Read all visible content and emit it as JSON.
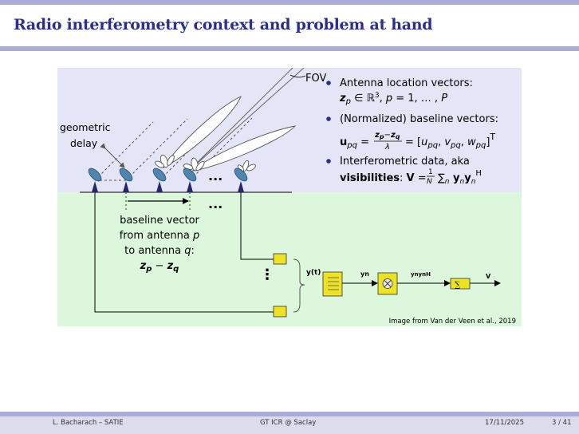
{
  "slide": {
    "title": "Radio interferometry context and problem at hand"
  },
  "diagram": {
    "fov_label": "FOV",
    "geometric_delay_line1": "geometric",
    "geometric_delay_line2": "delay",
    "ellipsis_top": "...",
    "ellipsis_mid": "...",
    "ellipsis_vert": "⋮",
    "baseline_line1": "baseline vector",
    "baseline_line2": "from antenna p",
    "baseline_line3": "to antenna q:",
    "baseline_formula": "zp − zq",
    "signal_y_t": "y(t)",
    "signal_yn": "yn",
    "signal_ynyn": "ynynH",
    "signal_v": "V",
    "credit": "Image from Van der Veen et al., 2019"
  },
  "bullets": [
    {
      "text": "Antenna location vectors:",
      "formula": "zp ∈ ℝ3, p = 1, … , P"
    },
    {
      "text": "(Normalized) baseline vectors:",
      "formula": "upq = (zp − zq)/λ = [upq, vpq, wpq]T"
    },
    {
      "text": "Interferometric data, aka",
      "formula": "visibilities: V = 1/N ∑n yn ynH"
    }
  ],
  "footer": {
    "author": "L. Bacharach – SATIE",
    "event": "GT ICR @ Saclay",
    "date": "17/11/2025",
    "page": "3 / 41"
  },
  "colors": {
    "accent": "#2b2f8c",
    "band": "#a9acd6",
    "sky": "#e4e5f6",
    "ground": "#dcf7dc",
    "dish": "#4f86b0",
    "yellow_box": "#ece324"
  }
}
